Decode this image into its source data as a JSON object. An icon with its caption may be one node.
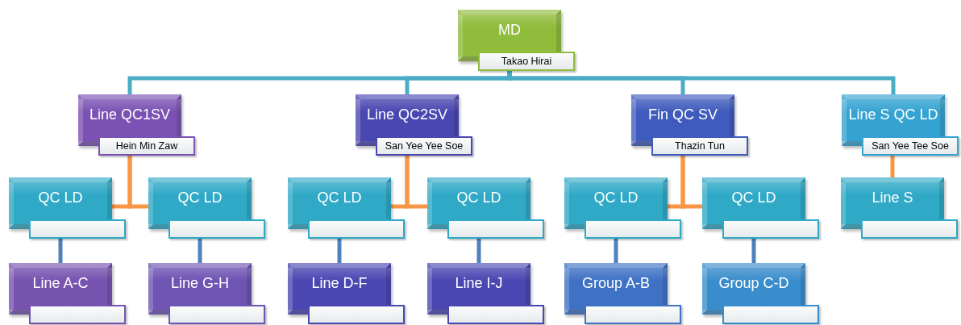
{
  "diagram": {
    "nodes": [
      {
        "text": [
          "MD",
          "Takao Hirai"
        ]
      },
      {
        "text": [
          "Line QC1SV",
          "Hein Min Zaw"
        ]
      },
      {
        "text": [
          "Line QC2SV",
          "San Yee Yee Soe"
        ]
      },
      {
        "text": [
          "Fin QC SV",
          "Thazin Tun"
        ]
      },
      {
        "text": [
          "Line S QC LD",
          "San Yee Tee Soe"
        ]
      },
      {
        "text": [
          "QC LD"
        ]
      },
      {
        "text": [
          "QC LD"
        ]
      },
      {
        "text": [
          "QC LD"
        ]
      },
      {
        "text": [
          "QC LD"
        ]
      },
      {
        "text": [
          "QC LD"
        ]
      },
      {
        "text": [
          "QC LD"
        ]
      },
      {
        "text": [
          "Line S"
        ]
      },
      {
        "text": [
          "Line A-C"
        ]
      },
      {
        "text": [
          "Line G-H"
        ]
      },
      {
        "text": [
          "Line D-F"
        ]
      },
      {
        "text": [
          "Line I-J"
        ]
      },
      {
        "text": [
          "Group A-B"
        ]
      },
      {
        "text": [
          "Group C-D"
        ]
      }
    ],
    "edges": [
      {
        "from": 0,
        "to": 1,
        "arrow": "none",
        "color": "#4bacc6"
      },
      {
        "from": 0,
        "to": 2,
        "arrow": "none",
        "color": "#4bacc6"
      },
      {
        "from": 0,
        "to": 3,
        "arrow": "none",
        "color": "#4bacc6"
      },
      {
        "from": 0,
        "to": 4,
        "arrow": "none",
        "color": "#4bacc6"
      },
      {
        "from": 1,
        "to": 5,
        "arrow": "none"
      },
      {
        "from": 1,
        "to": 6,
        "arrow": "none"
      },
      {
        "from": 2,
        "to": 7,
        "arrow": "none"
      },
      {
        "from": 2,
        "to": 8,
        "arrow": "none"
      },
      {
        "from": 3,
        "to": 9,
        "arrow": "none"
      },
      {
        "from": 3,
        "to": 10,
        "arrow": "none"
      },
      {
        "from": 4,
        "to": 11,
        "arrow": "none"
      },
      {
        "from": 5,
        "to": 12,
        "arrow": "none",
        "color": "#4f81bd"
      },
      {
        "from": 6,
        "to": 13,
        "arrow": "none",
        "color": "#4f81bd"
      },
      {
        "from": 7,
        "to": 14,
        "arrow": "none",
        "color": "#4f81bd"
      },
      {
        "from": 8,
        "to": 15,
        "arrow": "none",
        "color": "#4f81bd"
      },
      {
        "from": 9,
        "to": 16,
        "arrow": "none",
        "color": "#4f81bd"
      },
      {
        "from": 10,
        "to": 17,
        "arrow": "none",
        "color": "#4f81bd"
      }
    ]
  }
}
